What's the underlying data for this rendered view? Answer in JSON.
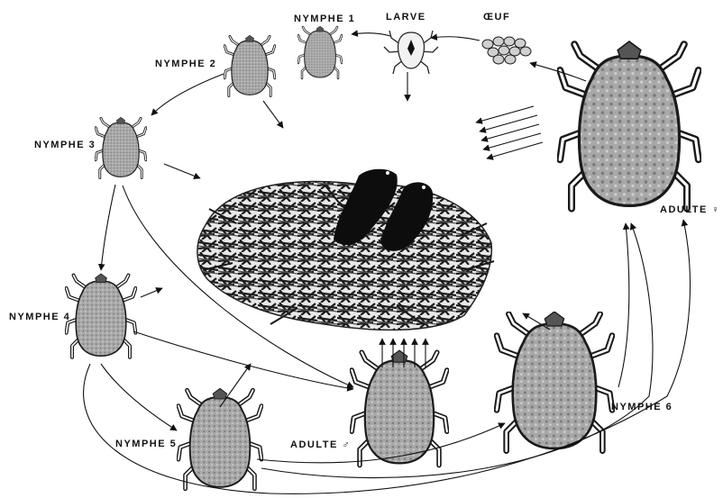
{
  "labels": {
    "oeuf": "ŒUF",
    "larve": "LARVE",
    "nymphe1": "NYMPHE 1",
    "nymphe2": "NYMPHE 2",
    "nymphe3": "NYMPHE 3",
    "nymphe4": "NYMPHE 4",
    "nymphe5": "NYMPHE 5",
    "nymphe6": "NYMPHE 6",
    "adulte_male": "ADULTE ♂",
    "adulte_female": "ADULTE ♀"
  },
  "colors": {
    "ink": "#111111",
    "tick_body": "#9a9a9a",
    "nest_dark": "#2a2a2a",
    "bird": "#0d0d0d"
  }
}
